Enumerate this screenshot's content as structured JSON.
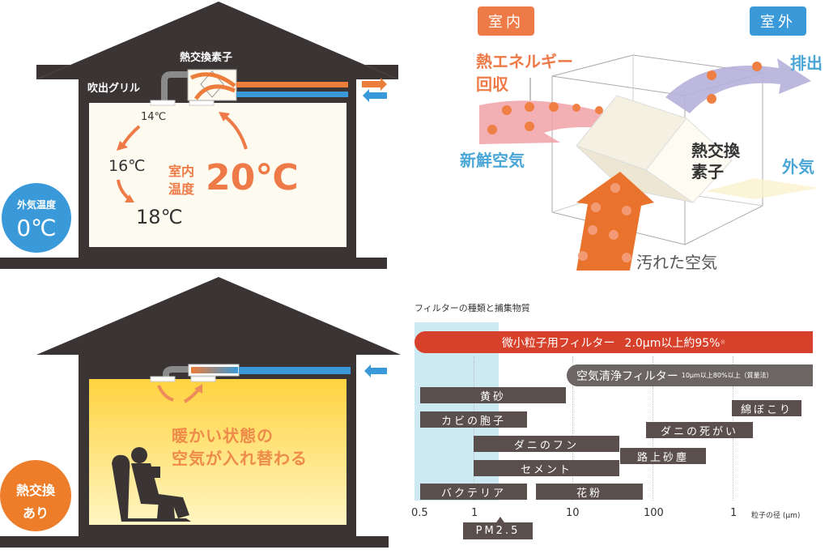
{
  "colors": {
    "house_dark": "#3a3534",
    "room_cream": "#fdfaef",
    "warm_orange": "#ed7d3a",
    "text_orange": "#ee7a47",
    "cool_blue": "#3a9ad9",
    "filter_red": "#d7402a",
    "filter_gray": "#6b6563",
    "particle_bar": "#5a4f4c",
    "pm_band": "#cde9f2",
    "fresh_air_pink": "#f0a2a8",
    "exhaust_purple": "#b6b0da"
  },
  "panel_top_left": {
    "title": "熱交換素子",
    "grille_label": "吹出グリル",
    "temp_14": "14℃",
    "temp_16": "16℃",
    "temp_18": "18℃",
    "room_label_line1": "室内",
    "room_label_line2": "温度",
    "room_temp": "20℃",
    "outside_badge": {
      "label": "外気温度",
      "value": "0℃"
    }
  },
  "panel_top_right": {
    "indoor_tag": "室内",
    "outdoor_tag": "室外",
    "heat_recovery_line1": "熱エネルギー",
    "heat_recovery_line2": "回収",
    "fresh_air": "新鮮空気",
    "element_line1": "熱交換",
    "element_line2": "素子",
    "outside_air": "外気",
    "exhaust": "排出",
    "dirty_air": "汚れた空気"
  },
  "panel_bottom_left": {
    "message_line1": "暖かい状態の",
    "message_line2": "空気が入れ替わる",
    "badge_line1": "熱交換",
    "badge_line2": "あり"
  },
  "chart_data": {
    "type": "bar",
    "subtype": "range-gantt (log scale)",
    "title": "フィルターの種類と捕集物質",
    "xlabel": "粒子の径 (μm)",
    "x_scale": "log",
    "x_ticks": [
      "0.5",
      "1",
      "10",
      "100",
      "1"
    ],
    "x_tick_note": "last tick '1' represents 1mm (1000μm)",
    "highlight_band": {
      "label": "PM2.5",
      "from": 0.5,
      "to": 2.5
    },
    "filters": [
      {
        "name": "微小粒子用フィルター",
        "spec": "2.0μm以上約95%",
        "mark": "※",
        "from": 0.5,
        "to": 1000,
        "color": "#d7402a"
      },
      {
        "name": "空気清浄フィルター",
        "spec": "10μm以上80%以上（質量法）",
        "from": 10,
        "to": 1000,
        "color": "#6b6563"
      }
    ],
    "particles": [
      {
        "name": "黄砂",
        "from": 0.5,
        "to": 10
      },
      {
        "name": "綿ぼこり",
        "from": 1000,
        "to": 3000
      },
      {
        "name": "カビの胞子",
        "from": 0.5,
        "to": 3
      },
      {
        "name": "ダニの死がい",
        "from": 100,
        "to": 1000
      },
      {
        "name": "ダニのフン",
        "from": 1,
        "to": 40
      },
      {
        "name": "路上砂塵",
        "from": 40,
        "to": 300
      },
      {
        "name": "セメント",
        "from": 1,
        "to": 40
      },
      {
        "name": "バクテリア",
        "from": 0.5,
        "to": 3
      },
      {
        "name": "花粉",
        "from": 4,
        "to": 80
      }
    ],
    "pm_label": "PM2.5"
  }
}
